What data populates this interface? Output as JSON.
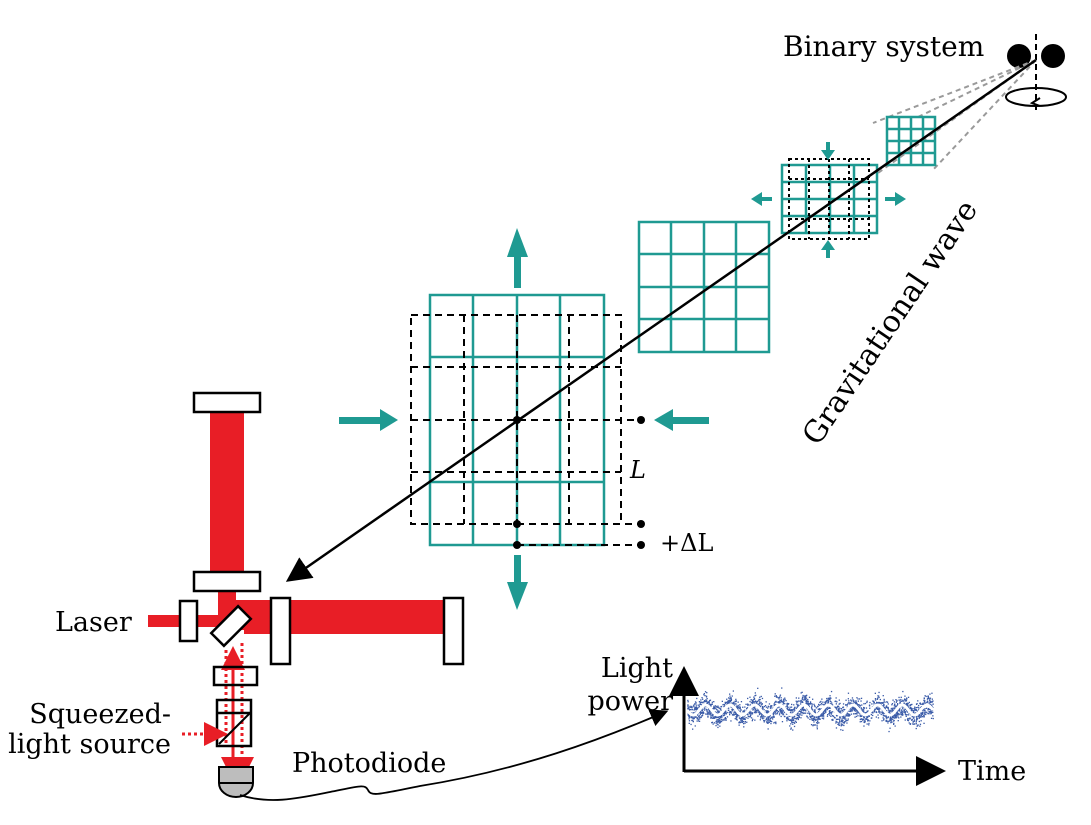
{
  "labels": {
    "binary_system": "Binary system",
    "gravitational_wave": "Gravitational wave",
    "length": "L",
    "delta_length": "+ΔL",
    "laser": "Laser",
    "squeezed_line1": "Squeezed-",
    "squeezed_line2": "light source",
    "photodiode": "Photodiode",
    "light_power_line1": "Light",
    "light_power_line2": "power",
    "time": "Time"
  },
  "colors": {
    "laser_red": "#e81e26",
    "grid_teal": "#1f9a92",
    "signal_blue": "#3a5ba8",
    "gray_dash": "#9a9a9a",
    "detector_gray": "#bdbdbd"
  },
  "signal": {
    "description": "noisy sinusoidal light power vs time",
    "cycles": 10
  }
}
